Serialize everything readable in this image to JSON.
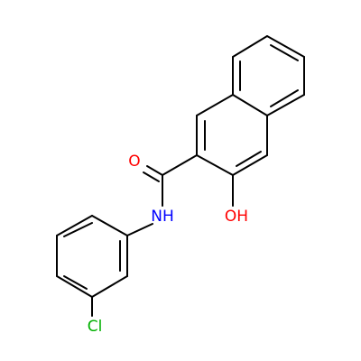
{
  "molecule": {
    "atoms": [
      {
        "id": "O1",
        "label": "O",
        "color": "#ff0000"
      },
      {
        "id": "N1",
        "label": "NH",
        "color": "#0000ff"
      },
      {
        "id": "O2",
        "label": "OH",
        "color": "#ff0000"
      },
      {
        "id": "CL1",
        "label": "Cl",
        "color": "#00b000"
      }
    ]
  }
}
